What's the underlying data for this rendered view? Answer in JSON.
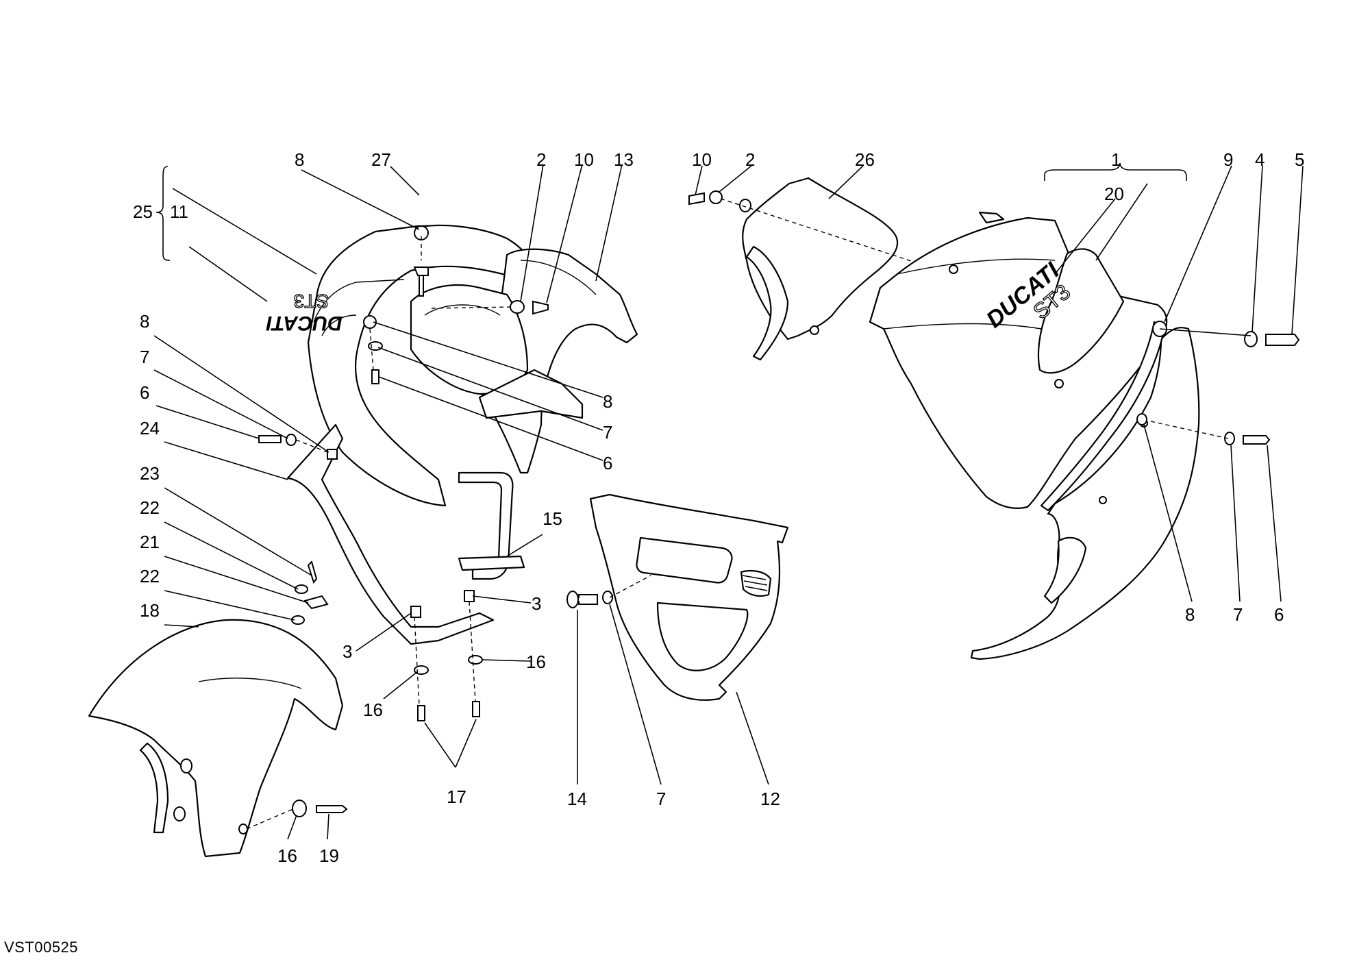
{
  "drawing_code": "VST00525",
  "logos": {
    "brand": "DUCATI",
    "model": "ST3"
  },
  "callouts": [
    "1",
    "2",
    "3",
    "4",
    "5",
    "6",
    "7",
    "8",
    "9",
    "10",
    "11",
    "12",
    "13",
    "14",
    "15",
    "16",
    "17",
    "18",
    "19",
    "20",
    "21",
    "22",
    "23",
    "24",
    "25",
    "26",
    "27"
  ]
}
